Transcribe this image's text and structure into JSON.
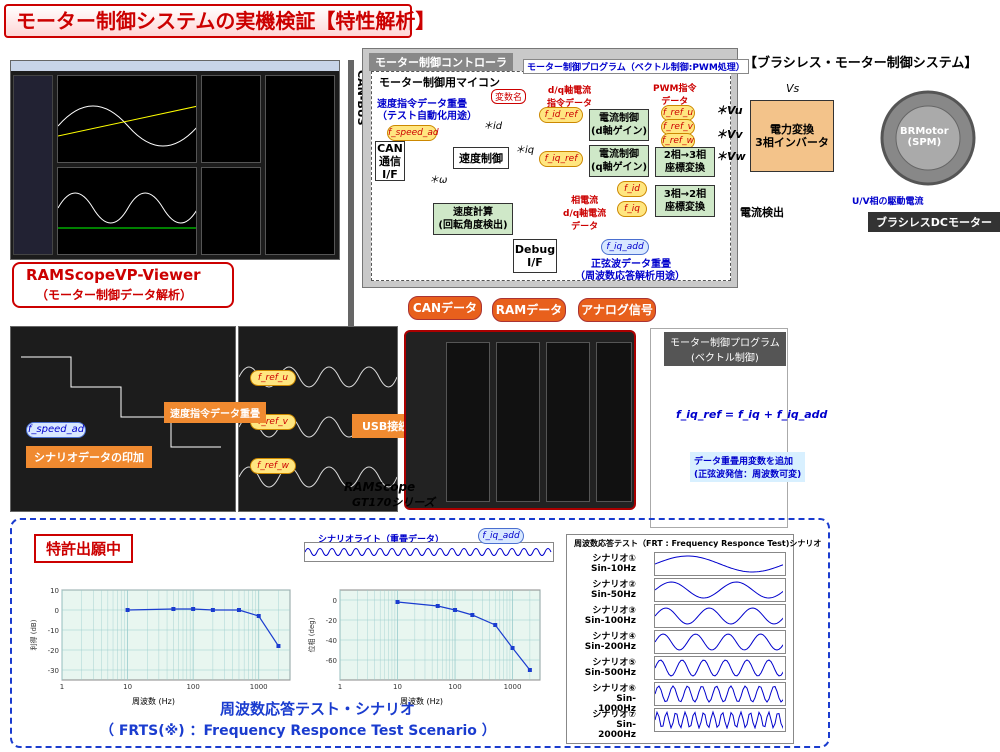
{
  "title": "モーター制御システムの実機検証【特性解析】",
  "viewer": {
    "title": "RAMScopeVP-Viewer",
    "subtitle": "（モーター制御データ解析）"
  },
  "can_bus": "CAN-BUS",
  "controller": {
    "title": "モーター制御コントローラ",
    "mcu": "モーター制御用マイコン",
    "program": "モーター制御プログラム（ベクトル制御:PWM処理）",
    "var_name": "変数名",
    "speed_cmd_label": "速度指令データ重畳",
    "speed_cmd_sub": "（テスト自動化用途）",
    "dq_cmd": "d/q軸電流\n指令データ",
    "pwm_cmd": "PWM指令\nデータ",
    "can_if": "CAN\n通信\nI/F",
    "speed_ctrl": "速度制御",
    "current_d": "電流制御\n(d軸ゲイン)",
    "current_q": "電流制御\n(q軸ゲイン)",
    "conv_23": "2相→3相\n座標変換",
    "conv_32": "3相→2相\n座標変換",
    "speed_calc": "速度計算\n(回転角度検出)",
    "debug_if": "Debug\nI/F",
    "sense_current": "相電流\nd/q軸電流\nデータ",
    "sine_label": "正弦波データ重畳",
    "sine_sub": "（周波数応答解析用途）",
    "inverter": "電力変換\n3相インバータ",
    "current_detect": "電流検出",
    "id": "＊id",
    "iq": "＊iq",
    "omega": "＊ω",
    "vu": "＊Vu",
    "vv": "＊Vv",
    "vw": "＊Vw",
    "vs": "Vs"
  },
  "vars": {
    "f_speed_ad": "f_speed_ad",
    "f_id_ref": "f_id_ref",
    "f_iq_ref": "f_iq_ref",
    "f_ref_u": "f_ref_u",
    "f_ref_v": "f_ref_v",
    "f_ref_w": "f_ref_w",
    "f_id": "f_id",
    "f_iq": "f_iq",
    "f_iq_add": "f_iq_add"
  },
  "brushless": {
    "title": "【ブラシレス・モーター制御システム】",
    "motor": "BRMotor\n(SPM)",
    "drive": "U/V相の駆動電流",
    "dc_motor": "ブラシレスDCモーター"
  },
  "tags": {
    "can": "CANデータ",
    "ram": "RAMデータ",
    "analog": "アナログ信号",
    "usb": "USB接続",
    "speed_overlay": "速度指令データ重畳",
    "scenario_print": "シナリオデータの印加"
  },
  "program_box": {
    "title": "モーター制御プログラム\n(ベクトル制御)",
    "formula": "f_iq_ref = f_iq + f_iq_add",
    "note": "データ重畳用変数を追加\n(正弦波発信：周波数可変)"
  },
  "device": {
    "brand": "RAMScope",
    "series": "GT170シリーズ"
  },
  "patent": "特許出願中",
  "scenario_write": "シナリオライト（重畳データ）",
  "frt_title": "周波数応答テスト（FRT : Frequency Responce Test)シナリオ",
  "scenarios": [
    {
      "name": "シナリオ①",
      "freq": "Sin-10Hz"
    },
    {
      "name": "シナリオ②",
      "freq": "Sin-50Hz"
    },
    {
      "name": "シナリオ③",
      "freq": "Sin-100Hz"
    },
    {
      "name": "シナリオ④",
      "freq": "Sin-200Hz"
    },
    {
      "name": "シナリオ⑤",
      "freq": "Sin-500Hz"
    },
    {
      "name": "シナリオ⑥",
      "freq": "Sin-1000Hz"
    },
    {
      "name": "シナリオ⑦",
      "freq": "Sin-2000Hz"
    }
  ],
  "frts": {
    "line1": "周波数応答テスト・シナリオ",
    "line2": "（ FRTS(※) ：Frequency Responce Test Scenario ）"
  },
  "chart_data": [
    {
      "type": "line",
      "xlabel": "周波数 (Hz)",
      "ylabel": "利得 (dB)",
      "xscale": "log",
      "xlim": [
        1,
        3000
      ],
      "ylim": [
        -35,
        10
      ],
      "yticks": [
        10,
        0,
        -10,
        -20,
        -30
      ],
      "xticks": [
        1,
        10,
        100,
        1000
      ],
      "series": [
        {
          "x": [
            10,
            50,
            100,
            200,
            500,
            1000,
            2000
          ],
          "y": [
            0,
            0.5,
            0.5,
            0,
            0,
            -3,
            -18
          ]
        }
      ]
    },
    {
      "type": "line",
      "xlabel": "周波数 (Hz)",
      "ylabel": "位相 (deg)",
      "xscale": "log",
      "xlim": [
        1,
        3000
      ],
      "ylim": [
        -80,
        10
      ],
      "yticks": [
        0,
        -20,
        -40,
        -60
      ],
      "xticks": [
        1,
        10,
        100,
        1000
      ],
      "series": [
        {
          "x": [
            10,
            50,
            100,
            200,
            500,
            1000,
            2000
          ],
          "y": [
            -2,
            -6,
            -10,
            -15,
            -25,
            -48,
            -70
          ]
        }
      ]
    }
  ],
  "colors": {
    "red": "#cc0000",
    "orange": "#e8601c",
    "blue": "#1a3ccf",
    "green_block": "#cfe8c8"
  }
}
